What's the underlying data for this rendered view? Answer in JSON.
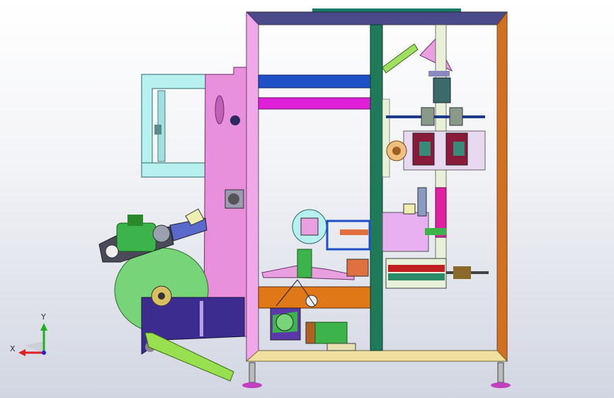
{
  "window": {
    "type": "cad-3d-viewport"
  },
  "triad": {
    "x_label": "X",
    "y_label": "Y",
    "x_color": "#e02020",
    "y_color": "#20b020",
    "z_color": "#2020e0"
  },
  "model": {
    "description_visible": false,
    "colors": {
      "frame_top": "#4a4a8a",
      "frame_left": "#f0a8e8",
      "frame_right": "#d07020",
      "frame_bottom": "#f0e0a0",
      "center_post": "#1f7a5a",
      "pink_plate": "#e890dc",
      "film_roll": "#78d478",
      "purple_bracket": "#3c2c90",
      "motor_green": "#3cb44b",
      "blue_bar": "#2050c8",
      "magenta_bar": "#e020d8",
      "orange_bar": "#e07818",
      "cyan_bracket": "#b8f0f0"
    }
  }
}
